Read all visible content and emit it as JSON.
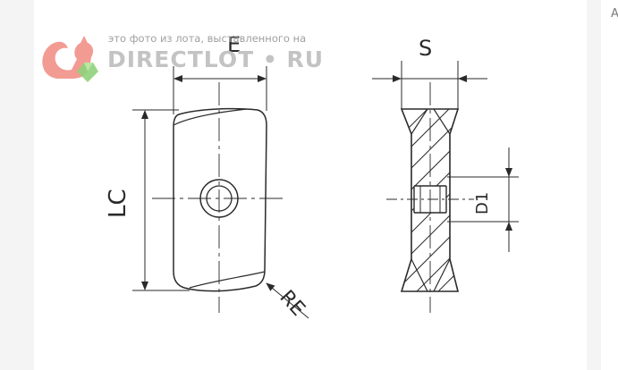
{
  "watermark": {
    "caption": "это фото из лота, выставленного на",
    "brand": "DIRECTLOT • RU"
  },
  "labels": {
    "e": "E",
    "s": "S",
    "lc": "LC",
    "d1": "D1",
    "re": "RE"
  },
  "edge_glyph": "A",
  "colors": {
    "line": "#2a2a2a",
    "watermark_logo": "#f08a80",
    "watermark_gem": "#8fd17a"
  }
}
